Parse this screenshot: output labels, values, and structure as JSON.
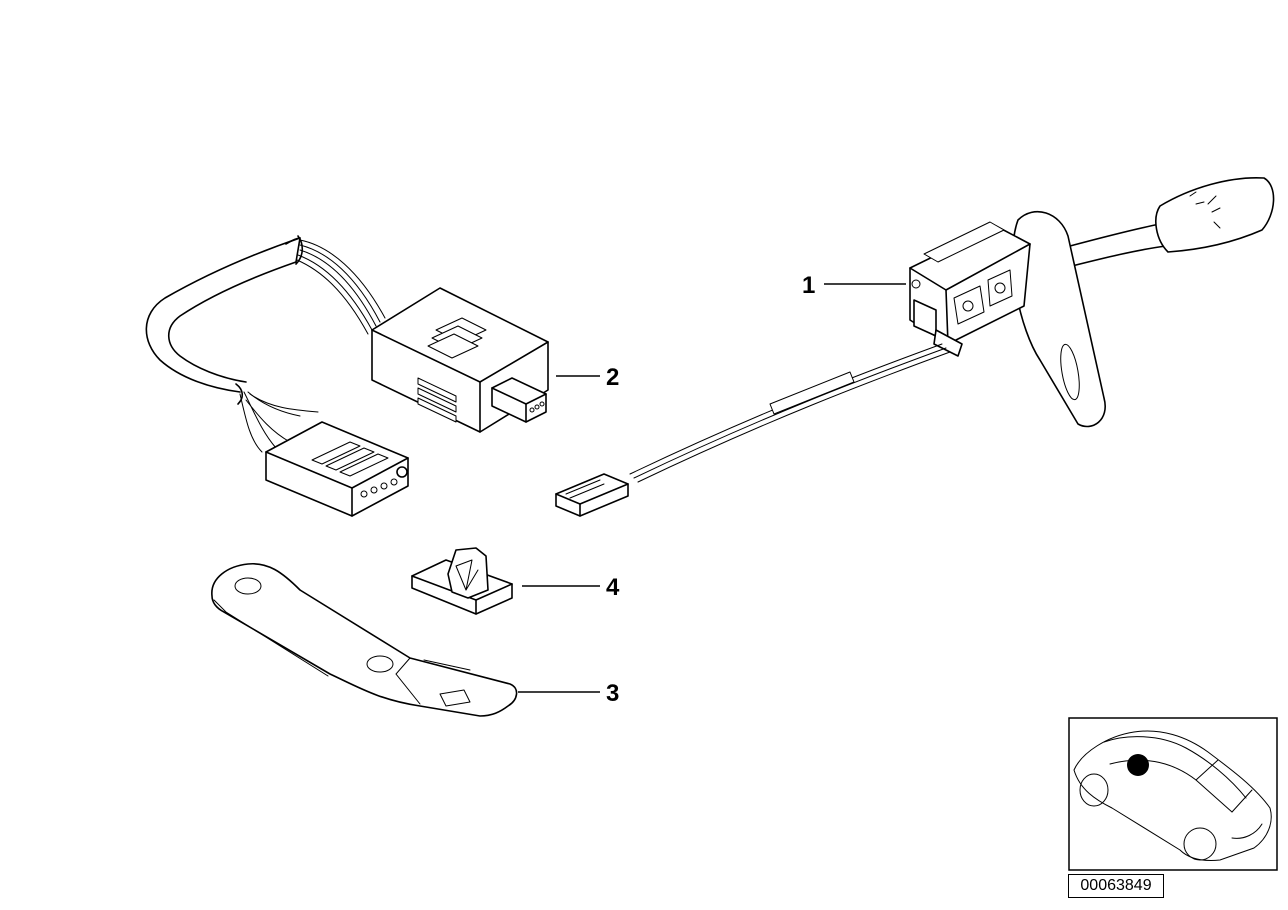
{
  "callouts": [
    {
      "number": "1",
      "part": "switch-with-lever"
    },
    {
      "number": "2",
      "part": "control-module-with-harness"
    },
    {
      "number": "3",
      "part": "mounting-bracket"
    },
    {
      "number": "4",
      "part": "clip"
    }
  ],
  "diagram_id": "00063849",
  "colors": {
    "ink": "#000000",
    "paper": "#ffffff",
    "marker": "#000000"
  }
}
